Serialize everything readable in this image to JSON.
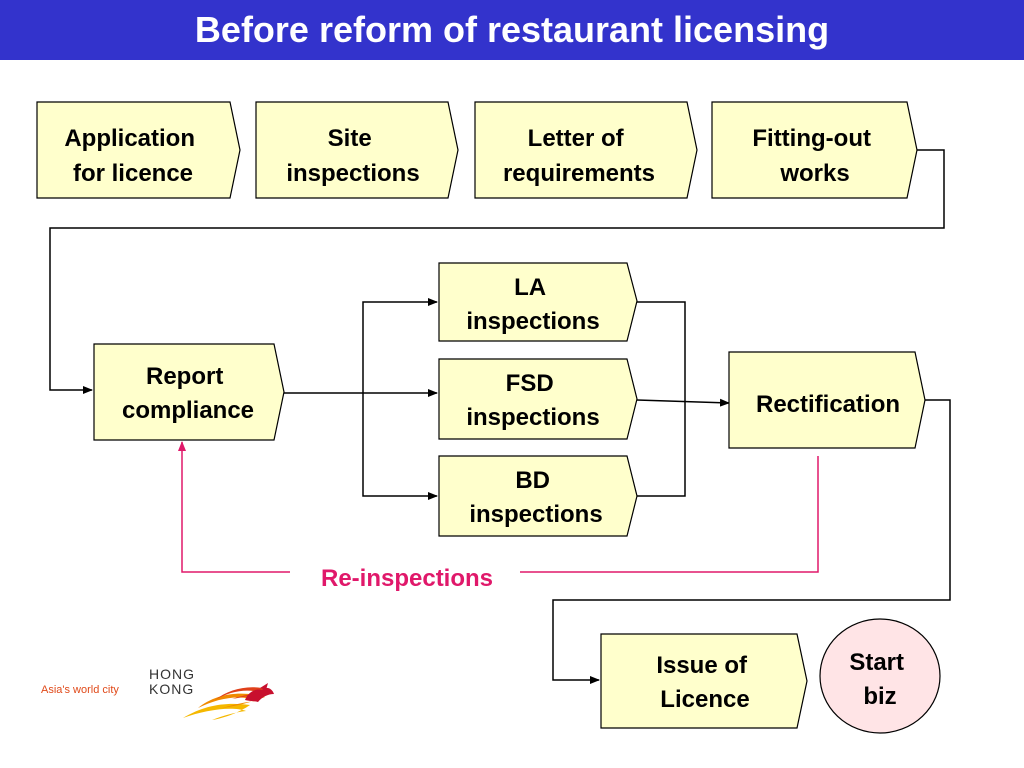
{
  "title": "Before reform of restaurant licensing",
  "colors": {
    "title_bg": "#3333cc",
    "title_fg": "#ffffff",
    "box_fill": "#ffffcc",
    "start_fill": "#ffe4e6",
    "reinspect": "#e0186a",
    "line": "#000000"
  },
  "steps": {
    "application": [
      "Application",
      "for licence"
    ],
    "site": [
      "Site",
      "inspections"
    ],
    "letter": [
      "Letter of",
      "requirements"
    ],
    "fitting": [
      "Fitting-out",
      "works"
    ],
    "report": [
      "Report",
      "compliance"
    ],
    "la": [
      "LA",
      "inspections"
    ],
    "fsd": [
      "FSD",
      "inspections"
    ],
    "bd": [
      "BD",
      "inspections"
    ],
    "rectification": [
      "Rectification"
    ],
    "issue": [
      "Issue of",
      "Licence"
    ],
    "start": [
      "Start",
      "biz"
    ]
  },
  "reinspections_label": "Re-inspections",
  "logo": {
    "tagline": "Asia's world city",
    "line1": "HONG",
    "line2": "KONG",
    "icon": "flying-dragon-icon"
  }
}
